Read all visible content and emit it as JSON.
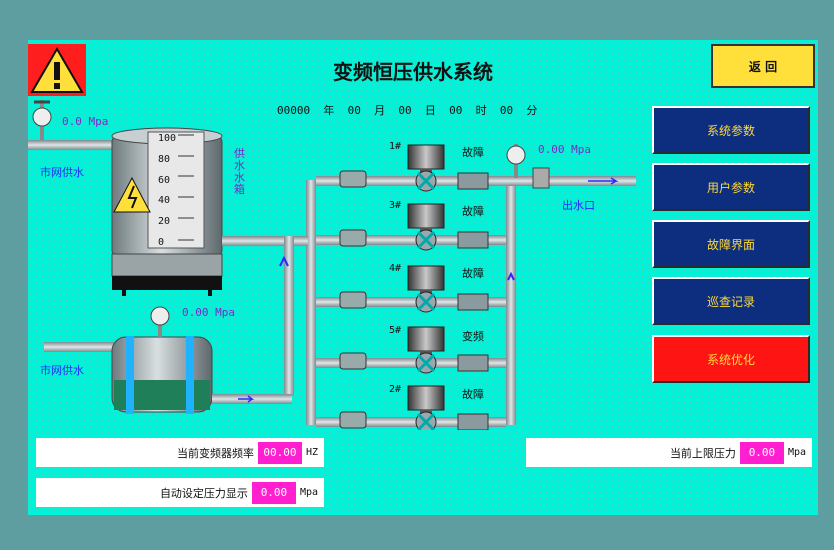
{
  "header": {
    "title": "变频恒压供水系统",
    "datetime": {
      "year": "00000",
      "year_label": "年",
      "month": "00",
      "month_label": "月",
      "day": "00",
      "day_label": "日",
      "hour": "00",
      "hour_label": "时",
      "minute": "00",
      "minute_label": "分"
    },
    "back_button": "返 回"
  },
  "nav": [
    {
      "id": "system-params",
      "label": "系统参数"
    },
    {
      "id": "user-params",
      "label": "用户参数"
    },
    {
      "id": "fault-screen",
      "label": "故障界面"
    },
    {
      "id": "inspection-log",
      "label": "巡查记录"
    },
    {
      "id": "system-optimize",
      "label": "系统优化"
    }
  ],
  "diagram": {
    "tank_label": "供水水箱",
    "inlet_top_label": "市网供水",
    "inlet_bottom_label": "市网供水",
    "outlet_label": "出水口",
    "gauge_top": {
      "value": "0.0",
      "unit": "Mpa"
    },
    "gauge_mid": {
      "value": "0.00",
      "unit": "Mpa"
    },
    "gauge_out": {
      "value": "0.00",
      "unit": "Mpa"
    },
    "tank_scale": [
      "100",
      "80",
      "60",
      "40",
      "20",
      "0"
    ],
    "pumps": [
      {
        "id": "1#",
        "status": "故障"
      },
      {
        "id": "3#",
        "status": "故障"
      },
      {
        "id": "4#",
        "status": "故障"
      },
      {
        "id": "5#",
        "status": "变频"
      },
      {
        "id": "2#",
        "status": "故障"
      }
    ]
  },
  "readouts": {
    "freq": {
      "label": "当前变频器频率",
      "value": "00.00",
      "unit": "HZ"
    },
    "set_pressure": {
      "label": "自动设定压力显示",
      "value": "0.00",
      "unit": "Mpa"
    },
    "upper_pressure": {
      "label": "当前上限压力",
      "value": "0.00",
      "unit": "Mpa"
    }
  },
  "colors": {
    "screen_bg": "#00f2d8",
    "nav_bg": "#0d2e7f",
    "nav_text": "#ffd93a",
    "alert": "#ff1414",
    "value_bg": "#ff1ed0",
    "back_bg": "#ffe03a"
  }
}
